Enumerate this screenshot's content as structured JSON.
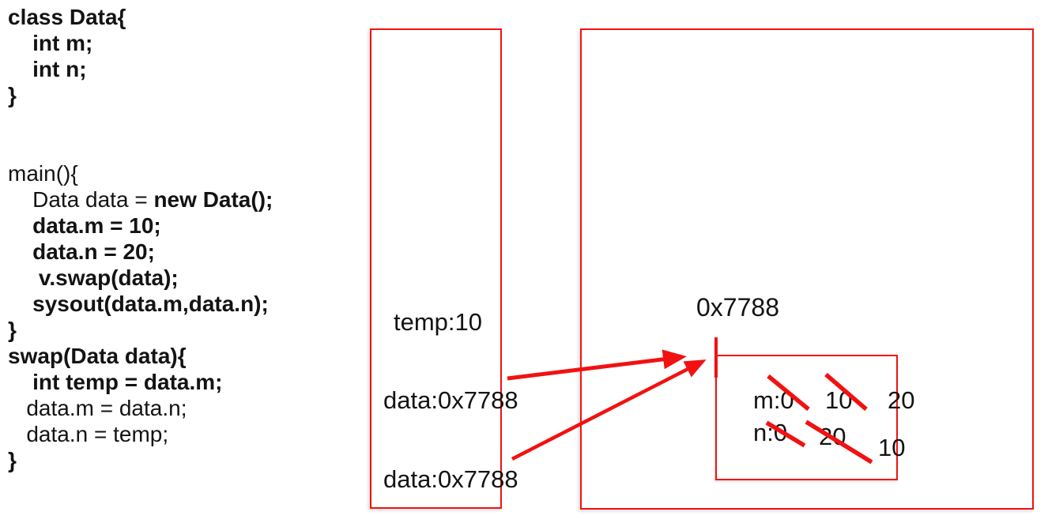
{
  "colors": {
    "red": "#f21111",
    "text": "#131313"
  },
  "code": {
    "lines": [
      [
        {
          "t": "class Data{",
          "b": true
        }
      ],
      [
        {
          "t": "    int m;",
          "b": true
        }
      ],
      [
        {
          "t": "    int n;",
          "b": true
        }
      ],
      [
        {
          "t": "}",
          "b": true
        }
      ],
      [],
      [],
      [
        {
          "t": "main(){",
          "b": false
        }
      ],
      [
        {
          "t": "    Data data = ",
          "b": false
        },
        {
          "t": "new Data();",
          "b": true
        }
      ],
      [
        {
          "t": "    data.m = 10;",
          "b": true
        }
      ],
      [
        {
          "t": "    data.n = 20;",
          "b": true
        }
      ],
      [
        {
          "t": "     v.swap(data);",
          "b": true
        }
      ],
      [
        {
          "t": "    sysout(data.m,data.n);",
          "b": true
        }
      ],
      [
        {
          "t": "}",
          "b": true
        }
      ],
      [
        {
          "t": "swap(Data data){",
          "b": true
        }
      ],
      [
        {
          "t": "    int temp = data.m;",
          "b": true
        }
      ],
      [
        {
          "t": "   data.m = data.n;",
          "b": false
        }
      ],
      [
        {
          "t": "   data.n = temp;",
          "b": false
        }
      ],
      [
        {
          "t": "}",
          "b": true
        }
      ]
    ]
  },
  "stack": {
    "temp_entry": "temp:10",
    "data_entry_swap_frame": "data:0x7788",
    "data_entry_main_frame": "data:0x7788"
  },
  "heap": {
    "address_label": "0x7788",
    "object": {
      "m_label": "m:0",
      "m_crossed_value": "10",
      "m_final_value": "20",
      "n_label": "n:0",
      "n_crossed_value": "20",
      "n_final_value": "10"
    }
  }
}
